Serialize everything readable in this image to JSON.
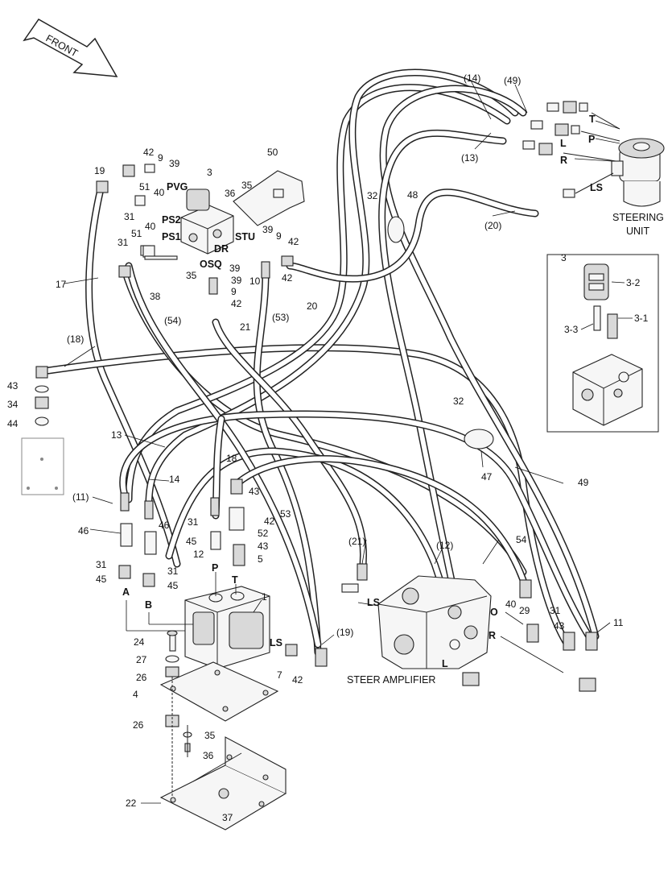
{
  "direction_label": "FRONT",
  "steering_unit": {
    "title_line1": "STEERING",
    "title_line2": "UNIT",
    "ports": [
      "T",
      "P",
      "L",
      "R",
      "LS"
    ]
  },
  "steer_amplifier": {
    "title": "STEER AMPLIFIER",
    "ports": [
      "LS",
      "O",
      "L",
      "R"
    ]
  },
  "detail_inset": {
    "id": "3",
    "parts": [
      "3-2",
      "3-1",
      "3-3"
    ]
  },
  "valve_ports": [
    "PVG",
    "PS2",
    "PS1",
    "STU",
    "DR",
    "OSQ"
  ],
  "manifold_ports": [
    "A",
    "B",
    "P",
    "T",
    "LS"
  ],
  "callouts": [
    {
      "id": "c-14p",
      "text": "(14)"
    },
    {
      "id": "c-49p",
      "text": "(49)"
    },
    {
      "id": "c-13p",
      "text": "(13)"
    },
    {
      "id": "c-20p",
      "text": "(20)"
    },
    {
      "id": "c-32a",
      "text": "32"
    },
    {
      "id": "c-48",
      "text": "48"
    },
    {
      "id": "c-50",
      "text": "50"
    },
    {
      "id": "c-42a",
      "text": "42"
    },
    {
      "id": "c-9a",
      "text": "9"
    },
    {
      "id": "c-39a",
      "text": "39"
    },
    {
      "id": "c-3",
      "text": "3"
    },
    {
      "id": "c-19",
      "text": "19"
    },
    {
      "id": "c-51a",
      "text": "51"
    },
    {
      "id": "c-40a",
      "text": "40"
    },
    {
      "id": "c-31a",
      "text": "31"
    },
    {
      "id": "c-36a",
      "text": "36"
    },
    {
      "id": "c-35a",
      "text": "35"
    },
    {
      "id": "c-40b",
      "text": "40"
    },
    {
      "id": "c-51b",
      "text": "51"
    },
    {
      "id": "c-31b",
      "text": "31"
    },
    {
      "id": "c-39b",
      "text": "39"
    },
    {
      "id": "c-9b",
      "text": "9"
    },
    {
      "id": "c-42b",
      "text": "42"
    },
    {
      "id": "c-35b",
      "text": "35"
    },
    {
      "id": "c-39c",
      "text": "39"
    },
    {
      "id": "c-10",
      "text": "10"
    },
    {
      "id": "c-42c",
      "text": "42"
    },
    {
      "id": "c-17",
      "text": "17"
    },
    {
      "id": "c-38",
      "text": "38"
    },
    {
      "id": "c-39d",
      "text": "39"
    },
    {
      "id": "c-9c",
      "text": "9"
    },
    {
      "id": "c-42d",
      "text": "42"
    },
    {
      "id": "c-20",
      "text": "20"
    },
    {
      "id": "c-54p",
      "text": "(54)"
    },
    {
      "id": "c-21",
      "text": "21"
    },
    {
      "id": "c-53p",
      "text": "(53)"
    },
    {
      "id": "c-18p",
      "text": "(18)"
    },
    {
      "id": "c-43a",
      "text": "43"
    },
    {
      "id": "c-34",
      "text": "34"
    },
    {
      "id": "c-44",
      "text": "44"
    },
    {
      "id": "c-32b",
      "text": "32"
    },
    {
      "id": "c-13",
      "text": "13"
    },
    {
      "id": "c-47",
      "text": "47"
    },
    {
      "id": "c-14",
      "text": "14"
    },
    {
      "id": "c-18",
      "text": "18"
    },
    {
      "id": "c-49",
      "text": "49"
    },
    {
      "id": "c-11p",
      "text": "(11)"
    },
    {
      "id": "c-43b",
      "text": "43"
    },
    {
      "id": "c-53",
      "text": "53"
    },
    {
      "id": "c-31c",
      "text": "31"
    },
    {
      "id": "c-42e",
      "text": "42"
    },
    {
      "id": "c-46a",
      "text": "46"
    },
    {
      "id": "c-46b",
      "text": "46"
    },
    {
      "id": "c-52",
      "text": "52"
    },
    {
      "id": "c-45a",
      "text": "45"
    },
    {
      "id": "c-43c",
      "text": "43"
    },
    {
      "id": "c-12",
      "text": "12"
    },
    {
      "id": "c-5",
      "text": "5"
    },
    {
      "id": "c-21p",
      "text": "(21)"
    },
    {
      "id": "c-12p",
      "text": "(12)"
    },
    {
      "id": "c-54",
      "text": "54"
    },
    {
      "id": "c-31d",
      "text": "31"
    },
    {
      "id": "c-31e",
      "text": "31"
    },
    {
      "id": "c-45b",
      "text": "45"
    },
    {
      "id": "c-45c",
      "text": "45"
    },
    {
      "id": "c-1",
      "text": "1"
    },
    {
      "id": "c-40c",
      "text": "40"
    },
    {
      "id": "c-29",
      "text": "29"
    },
    {
      "id": "c-31f",
      "text": "31"
    },
    {
      "id": "c-11",
      "text": "11"
    },
    {
      "id": "c-43d",
      "text": "43"
    },
    {
      "id": "c-19p",
      "text": "(19)"
    },
    {
      "id": "c-24",
      "text": "24"
    },
    {
      "id": "c-27",
      "text": "27"
    },
    {
      "id": "c-7",
      "text": "7"
    },
    {
      "id": "c-42f",
      "text": "42"
    },
    {
      "id": "c-26a",
      "text": "26"
    },
    {
      "id": "c-4",
      "text": "4"
    },
    {
      "id": "c-26b",
      "text": "26"
    },
    {
      "id": "c-35c",
      "text": "35"
    },
    {
      "id": "c-36b",
      "text": "36"
    },
    {
      "id": "c-22",
      "text": "22"
    },
    {
      "id": "c-37",
      "text": "37"
    }
  ]
}
